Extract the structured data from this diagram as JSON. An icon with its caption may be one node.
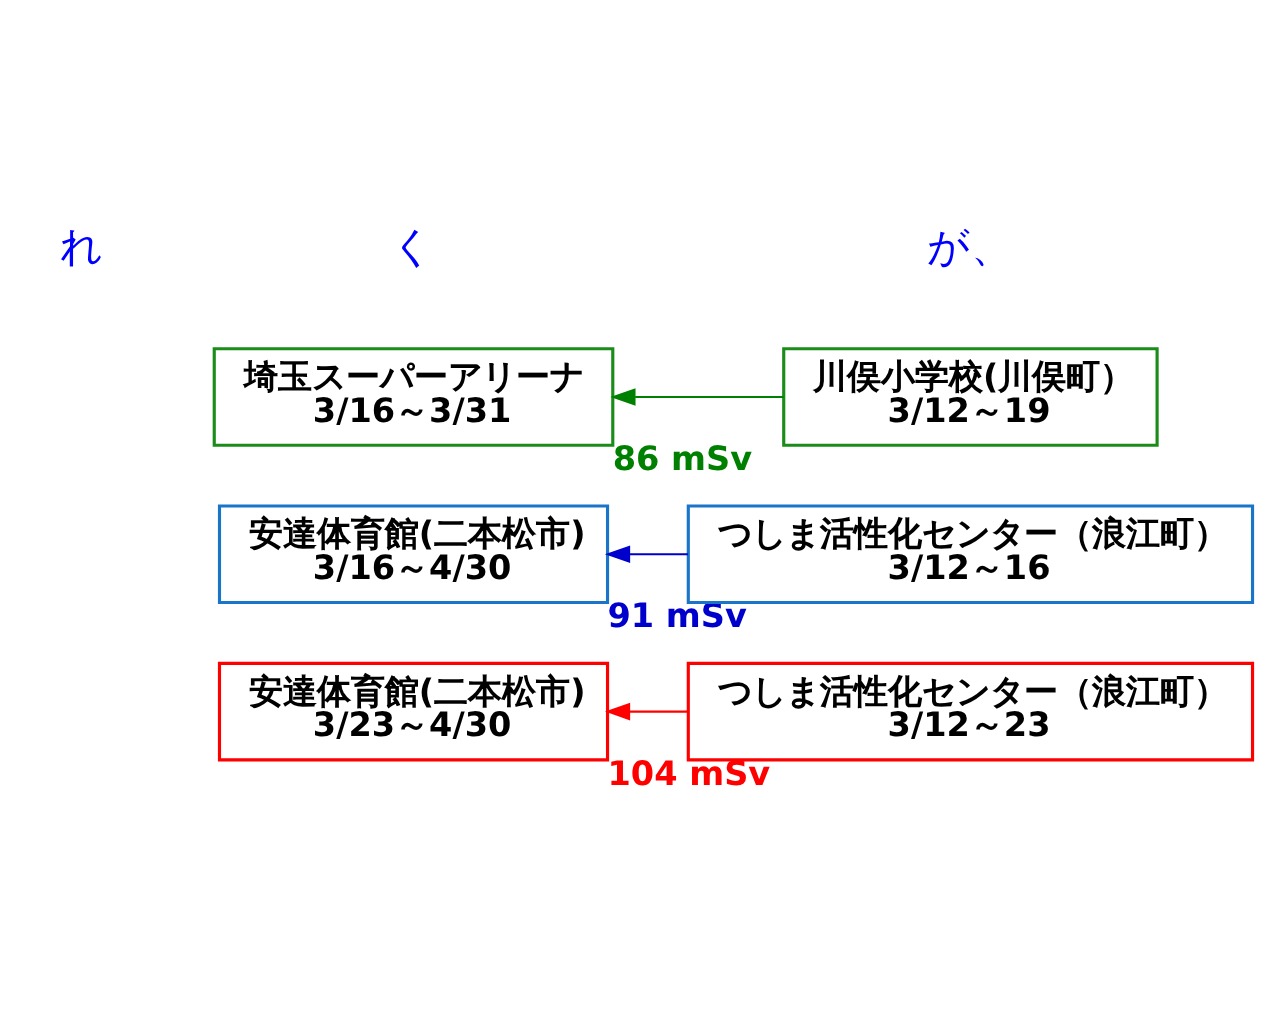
{
  "diagram": {
    "nodes": [
      {
        "text": [
          "安達体育館(二本松市)",
          "3/23～4/30"
        ],
        "beside": [
          "104 mSv"
        ]
      },
      {
        "text": [
          "つしま活性化センター（浪江町）",
          "3/12～23"
        ]
      },
      {
        "text": [
          "安達体育館(二本松市)",
          "3/16～4/30"
        ],
        "beside": [
          "91 mSv"
        ]
      },
      {
        "text": [
          "つしま活性化センター（浪江町）",
          "3/12～16"
        ]
      },
      {
        "text": [
          "埼玉スーパーアリーナ",
          "3/16～3/31"
        ],
        "beside": [
          "86 mSv"
        ]
      },
      {
        "text": [
          "川俣小学校(川俣町）",
          "3/12～19"
        ]
      }
    ],
    "edges": [
      {
        "from": 1,
        "to": 0,
        "arrow": "to",
        "color": "#ff0000"
      },
      {
        "from": 3,
        "to": 2,
        "arrow": "to",
        "color": "#0000cc"
      },
      {
        "from": 5,
        "to": 4,
        "arrow": "to",
        "color": "#008000"
      }
    ],
    "labels": [
      "が、",
      "く",
      "れ"
    ]
  }
}
